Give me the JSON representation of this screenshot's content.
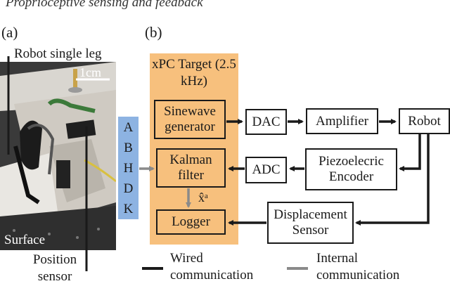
{
  "header": "Proprioceptive sensing and feedback",
  "panel_a": {
    "label": "(a)",
    "robot_leg": "Robot single leg",
    "scale": "1cm",
    "surface": "Surface",
    "position_sensor": "Position sensor"
  },
  "panel_b": {
    "label": "(b)",
    "state_letters": [
      "A",
      "B",
      "H",
      "D",
      "K"
    ],
    "xpc_title": "xPC Target (2.5 kHz)",
    "sinewave": "Sinewave generator",
    "kalman": "Kalman filter",
    "xhat": "x̂ᵃ",
    "logger": "Logger",
    "dac": "DAC",
    "amplifier": "Amplifier",
    "robot": "Robot",
    "adc": "ADC",
    "piezo": "Piezoelecric Encoder",
    "displacement": "Displacement Sensor",
    "legend": {
      "wired": "Wired communication",
      "internal": "Internal communication"
    }
  },
  "colors": {
    "xpc_fill": "#f7c07d",
    "state_fill": "#8db3e2",
    "wired": "#1a1a1a",
    "internal": "#8a8a8a"
  }
}
